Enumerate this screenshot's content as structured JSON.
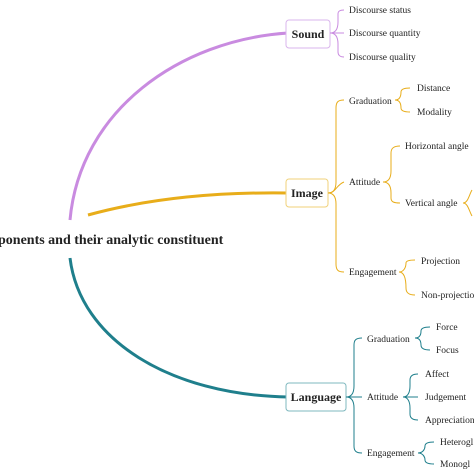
{
  "center": {
    "label": "ponents and their analytic constituent"
  },
  "colors": {
    "sound": "#c98be0",
    "image": "#e8ad1a",
    "language": "#1f7f8c"
  },
  "sound": {
    "label": "Sound",
    "items": [
      "Discourse status",
      "Discourse quantity",
      "Discourse quality"
    ]
  },
  "image": {
    "label": "Image",
    "graduation": {
      "label": "Graduation",
      "items": [
        "Distance",
        "Modality"
      ]
    },
    "attitude": {
      "label": "Attitude",
      "items": [
        "Horizontal angle",
        "Vertical angle"
      ]
    },
    "engagement": {
      "label": "Engagement",
      "items": [
        "Projection",
        "Non-projectio"
      ]
    }
  },
  "language": {
    "label": "Language",
    "graduation": {
      "label": "Graduation",
      "items": [
        "Force",
        "Focus"
      ]
    },
    "attitude": {
      "label": "Attitude",
      "items": [
        "Affect",
        "Judgement",
        "Appreciation"
      ]
    },
    "engagement": {
      "label": "Engagement",
      "items": [
        "Heterogl",
        "Monogl"
      ]
    }
  }
}
